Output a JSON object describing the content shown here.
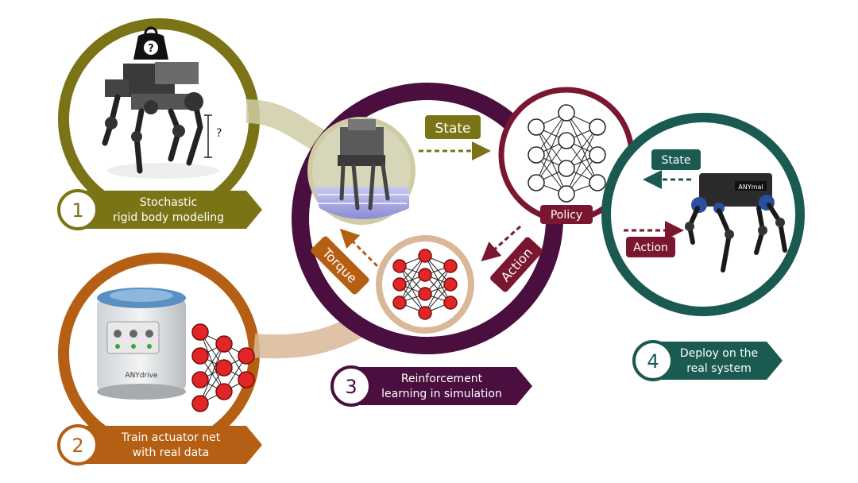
{
  "colors": {
    "olive": "#7a7416",
    "olive_light": "#cfcca4",
    "brown": "#b55f14",
    "brown_light": "#d9b897",
    "plum": "#4a0f3e",
    "maroon": "#7a1630",
    "teal": "#1a5a50",
    "red_node": "#e02626"
  },
  "steps": [
    {
      "number": "1",
      "line1": "Stochastic",
      "line2": "rigid body modeling"
    },
    {
      "number": "2",
      "line1": "Train actuator net",
      "line2": "with real data"
    },
    {
      "number": "3",
      "line1": "Reinforcement",
      "line2": "learning in simulation"
    },
    {
      "number": "4",
      "line1": "Deploy on the",
      "line2": "real system"
    }
  ],
  "labels": {
    "state_sim": "State",
    "policy": "Policy",
    "action_sim": "Action",
    "torque": "Torque",
    "state_real": "State",
    "action_real": "Action",
    "weight_mark": "?",
    "leg_mark": "?",
    "actuator_brand": "ANYdrive",
    "robot_brand": "ANYmal"
  },
  "icons": {
    "weight": "weight-question-icon",
    "policy_net": "neural-network-icon",
    "actuator_net": "neural-network-icon"
  }
}
